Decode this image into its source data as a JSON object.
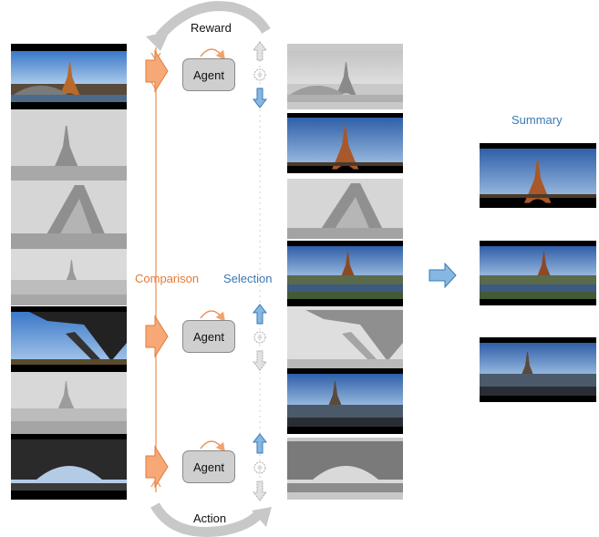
{
  "labels": {
    "reward": "Reward",
    "action": "Action",
    "comparison": "Comparison",
    "selection": "Selection",
    "summary": "Summary"
  },
  "agents": [
    "Agent",
    "Agent",
    "Agent"
  ],
  "colors": {
    "orange": "#f0a470",
    "orange_text": "#e07b39",
    "blue": "#86b7e0",
    "blue_text": "#3a78b8",
    "gray_arrow": "#c9c9c9"
  },
  "left_column": {
    "frames": [
      {
        "scene": "eiffel-bridge-river",
        "tone": "color"
      },
      {
        "scene": "eiffel-sky-upward",
        "tone": "gray"
      },
      {
        "scene": "eiffel-leg-closeup",
        "tone": "gray"
      },
      {
        "scene": "eiffel-trocadero-distant",
        "tone": "gray"
      },
      {
        "scene": "eiffel-underside-blue-sky",
        "tone": "color"
      },
      {
        "scene": "eiffel-fountain-square",
        "tone": "gray"
      },
      {
        "scene": "eiffel-arch-silhouette",
        "tone": "color"
      }
    ]
  },
  "right_column": {
    "frames": [
      {
        "scene": "eiffel-bridge-river",
        "tone": "gray"
      },
      {
        "scene": "eiffel-evening-sky",
        "tone": "color"
      },
      {
        "scene": "eiffel-leg-closeup",
        "tone": "gray"
      },
      {
        "scene": "eiffel-trocadero-gardens",
        "tone": "color"
      },
      {
        "scene": "eiffel-underside",
        "tone": "gray"
      },
      {
        "scene": "eiffel-fountain-people",
        "tone": "color"
      },
      {
        "scene": "eiffel-arch-silhouette",
        "tone": "gray"
      }
    ]
  },
  "summary_frames": [
    {
      "scene": "eiffel-evening-sky",
      "tone": "color"
    },
    {
      "scene": "eiffel-trocadero-gardens",
      "tone": "color"
    },
    {
      "scene": "eiffel-fountain-people",
      "tone": "color"
    }
  ],
  "decisions": [
    {
      "row": 1,
      "selected": "down"
    },
    {
      "row": 5,
      "selected": "up"
    },
    {
      "row": 7,
      "selected": "up"
    }
  ]
}
